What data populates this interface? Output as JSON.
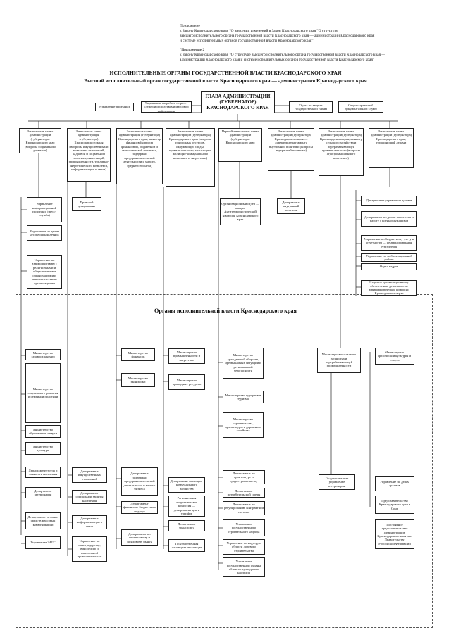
{
  "appendix": {
    "l1": "Приложение",
    "l2": "к Закону Краснодарского края \"О внесении изменений в Закон Краснодарского края \"О структуре",
    "l3": "высшего исполнительного органа государственной власти Краснодарского края — администрации Краснодарского края",
    "l4": "и системе исполнительных органов государственной власти Краснодарского края\"",
    "l5": "\"Приложение 2",
    "l6": "к Закону Краснодарского края \"О структуре высшего исполнительного органа государственной власти Краснодарского края —",
    "l7": "администрации Краснодарского края и системе исполнительных органов государственной власти Краснодарского края\""
  },
  "title1": "ИСПОЛНИТЕЛЬНЫЕ ОРГАНЫ ГОСУДАРСТВЕННОЙ ВЛАСТИ КРАСНОДАРСКОГО КРАЯ",
  "title2": "Высший исполнительный орган государственной власти Краснодарского края — администрация Краснодарского края",
  "section2": "Органы исполнительной власти Краснодарского края",
  "boxes": {
    "head": "ГЛАВА АДМИНИСТРАЦИИ (ГУБЕРНАТОР) КРАСНОДАРСКОГО КРАЯ",
    "reception": "Управление приемных",
    "pressService": "Управление по работе с пресс-службой и средствами массовой информации",
    "protocolService": "Отдел по защите государственной тайны",
    "docService": "Отдел справочной документальной служб",
    "dep1": "Заместитель главы администрации (губернатора) Краснодарского края (вопросы социального развития)",
    "dep2": "Заместитель главы администрации (губернатора) Краснодарского края (вопросы имущественных и земельных отношений, кадровой и социальной политики, инвестиций, промышленности, топливно-энергетического комплекса, информатизации и связи)",
    "dep3": "Заместитель главы администрации (губернатора) Краснодарского края, министр финансов (вопросы финансовой, бюджетной и экономической политики, поддержки предпринимательской деятельности и малого, среднего бизнеса)",
    "dep4": "Заместитель главы администрации (губернатора) Краснодарского края (вопросы природных ресурсов, окружающей среды, промышленности, транспорта, жилищно-коммунального комплекса и энергетики)",
    "dep5": "Первый заместитель главы администрации (губернатора) Краснодарского края",
    "dep6": "Заместитель главы администрации (губернатора) Краснодарского края — директор департамента внутренней политики (вопросы внутренней политики)",
    "dep7": "Заместитель главы администрации (губернатора) Краснодарского края, министр сельского хозяйства и перерабатывающей промышленности (вопросы агропромышленного комплекса)",
    "dep8": "Заместитель главы администрации (губернатора) Краснодарского края, управляющий делами",
    "u1": "Управление информационной политики (пресс-служба)",
    "u2": "Управление по делам несовершеннолетних",
    "u3": "Управление по взаимодействию с религиозными и общественными организациями и некоммерческими организациями",
    "u4": "Правовой департамент",
    "u5": "Организационный отдел — аппарат Антитеррористической комиссии Краснодарского края",
    "u6": "Департамент внутренней политики",
    "r1": "Департамент управления делами",
    "r2": "Департамент по делам казачества и работе с военнослужащими",
    "r3": "Управление по бюджетному учету и отчетности — централизованная бухгалтерия",
    "r4": "Управление по мобилизационной работе",
    "r5": "Отдел кадров",
    "r6": "Отдел по организационному обеспечению деятельности антинаркотической комиссии Краснодарского края",
    "m1": "Министерство здравоохранения",
    "m2": "Министерство социального развития и семейной политики",
    "m3": "Министерство образования и науки",
    "m4": "Министерство культуры",
    "m5": "Министерство финансов",
    "m6": "Министерство экономики",
    "m7": "Министерство промышленности и энергетики",
    "m8": "Министерство природных ресурсов",
    "m9": "Министерство гражданской обороны, чрезвычайных ситуаций и региональной безопасности",
    "m10": "Министерство курортов и туризма",
    "m11": "Министерство строительства, архитектуры и дорожного хозяйства",
    "m12": "Министерство сельского хозяйства и перерабатывающей промышленности",
    "m13": "Министерство физической культуры и спорта",
    "d1": "Департамент труда и занятости населения",
    "d2": "Департамент ветеринарии",
    "d3": "Департамент печати и средств массовых коммуникаций",
    "d4": "Управление ЗАГС",
    "d5": "Департамент имущественных отношений",
    "d6": "Департамент социальной защиты населения",
    "d7": "Департамент информатизации и связи",
    "d8": "Управление по виноградарству, виноделию и алкогольной промышленности",
    "d9": "Департамент поддержки предпринимательской деятельности и малого бизнеса",
    "d10": "Департамент финансово-бюджетного надзора",
    "d11": "Департамент по финансовому и фондовому рынку",
    "d12": "Департамент жилищно-коммунального хозяйства",
    "d13": "Региональная энергетическая комиссия — департамент цен и тарифов",
    "d14": "Департамент транспорта",
    "d15": "Государственная жилищная инспекция",
    "d16": "Департамент по архитектуре и градостроительству",
    "d17": "Департамент потребительской сферы",
    "d18": "Департамент по регулированию контрактной системы",
    "d19": "Управление государственного строительного надзора",
    "d20": "Управление по надзору в области долевого строительства",
    "d21": "Управление государственной охраны объектов культурного наследия",
    "d22": "Государственная управление ветеринарии",
    "d23": "Управление по делам архивов",
    "d24": "Представительство Краснодарского края в Сочи",
    "d25": "Постоянное представительство администрации Краснодарского края при Правительстве Российской Федерации"
  }
}
